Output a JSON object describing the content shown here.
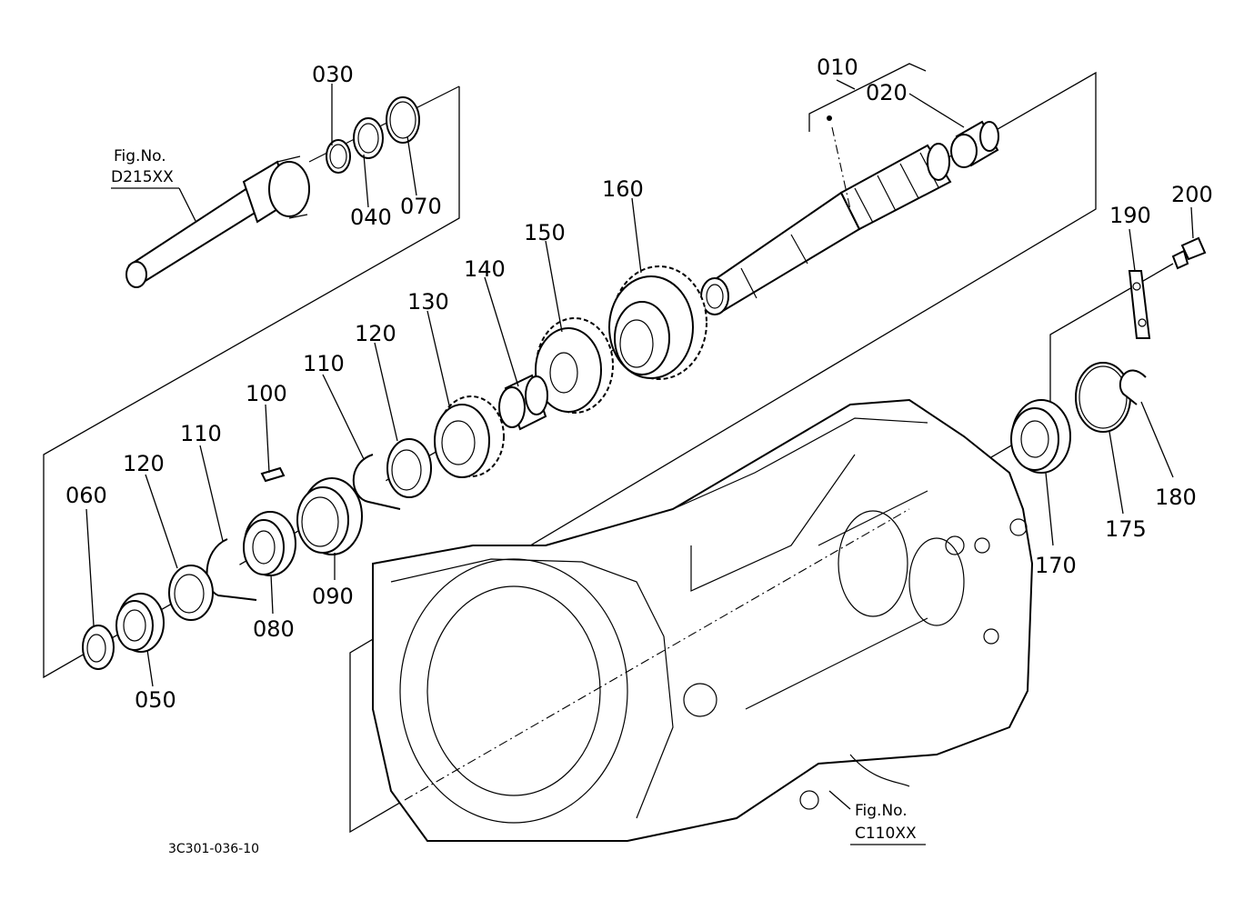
{
  "callouts": {
    "p010": "010",
    "p020": "020",
    "p030": "030",
    "p040": "040",
    "p050": "050",
    "p060": "060",
    "p070": "070",
    "p080": "080",
    "p090": "090",
    "p100": "100",
    "p110a": "110",
    "p110b": "110",
    "p120a": "120",
    "p120b": "120",
    "p130": "130",
    "p140": "140",
    "p150": "150",
    "p160": "160",
    "p170": "170",
    "p175": "175",
    "p180": "180",
    "p190": "190",
    "p200": "200"
  },
  "references": {
    "top": {
      "prefix": "Fig.No.",
      "code": "D215XX"
    },
    "bottom": {
      "prefix": "Fig.No.",
      "code": "C110XX"
    }
  },
  "drawing_code": "3C301-036-10"
}
